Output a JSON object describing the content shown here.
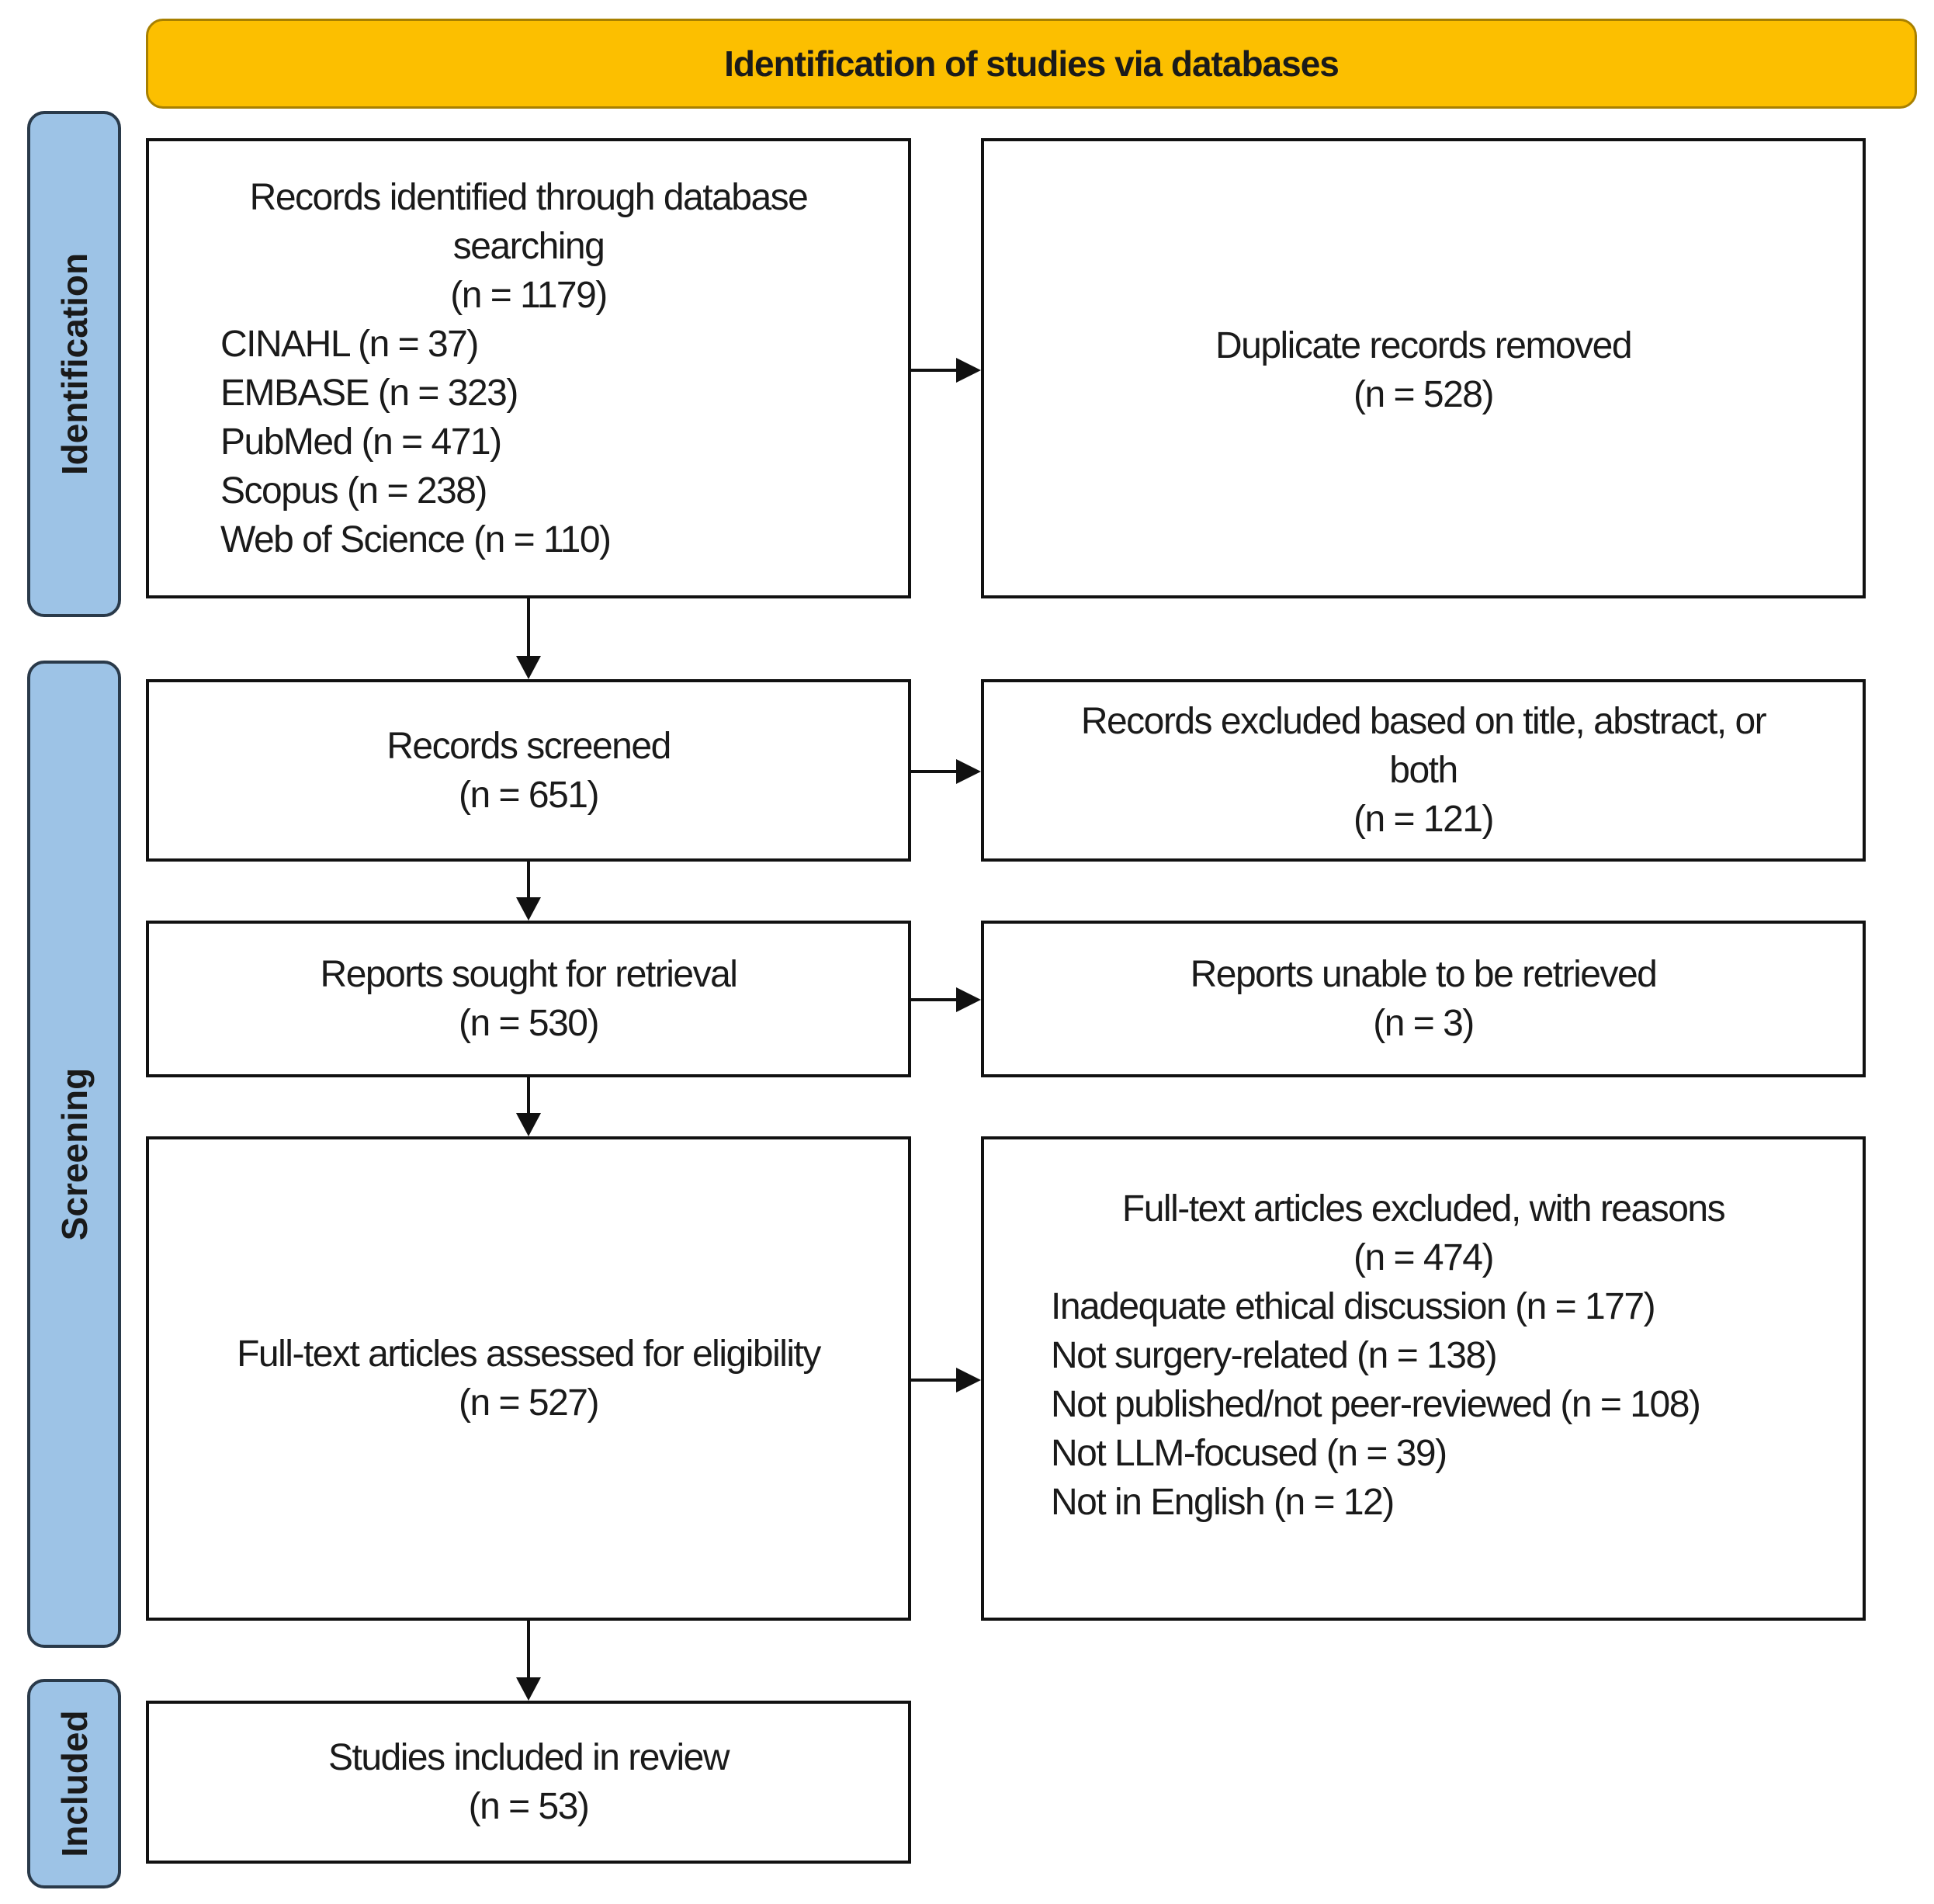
{
  "header": {
    "title": "Identification  of studies via databases",
    "color": "#fcbf00"
  },
  "stages": {
    "identification": "Identification",
    "screening": "Screening",
    "included": "Included",
    "color": "#9dc3e6"
  },
  "identified": {
    "line1": "Records identified through database",
    "line2": "searching",
    "count": "(n = 1179)",
    "sources": [
      "CINAHL (n = 37)",
      "EMBASE  (n = 323)",
      "PubMed (n = 471)",
      "Scopus (n = 238)",
      "Web of Science (n = 110)"
    ]
  },
  "duplicates": {
    "label": "Duplicate records removed",
    "count": "(n = 528)"
  },
  "screened": {
    "label": "Records screened",
    "count": "(n = 651)"
  },
  "excluded_title": {
    "line1": "Records excluded based on title, abstract, or",
    "line2": "both",
    "count": "(n = 121)"
  },
  "retrieval": {
    "label": "Reports sought for retrieval",
    "count": "(n = 530)"
  },
  "not_retrieved": {
    "label": "Reports unable to be retrieved",
    "count": "(n = 3)"
  },
  "eligibility": {
    "label": "Full-text articles assessed for eligibility",
    "count": "(n = 527)"
  },
  "fulltext_excluded": {
    "label": "Full-text articles excluded, with reasons",
    "count": "(n = 474)",
    "reasons": [
      "Inadequate ethical discussion (n = 177)",
      "Not surgery-related (n = 138)",
      "Not published/not peer-reviewed (n = 108)",
      "Not LLM-focused (n = 39)",
      "Not in English (n = 12)"
    ]
  },
  "included": {
    "label": "Studies included in review",
    "count": "(n = 53)"
  }
}
